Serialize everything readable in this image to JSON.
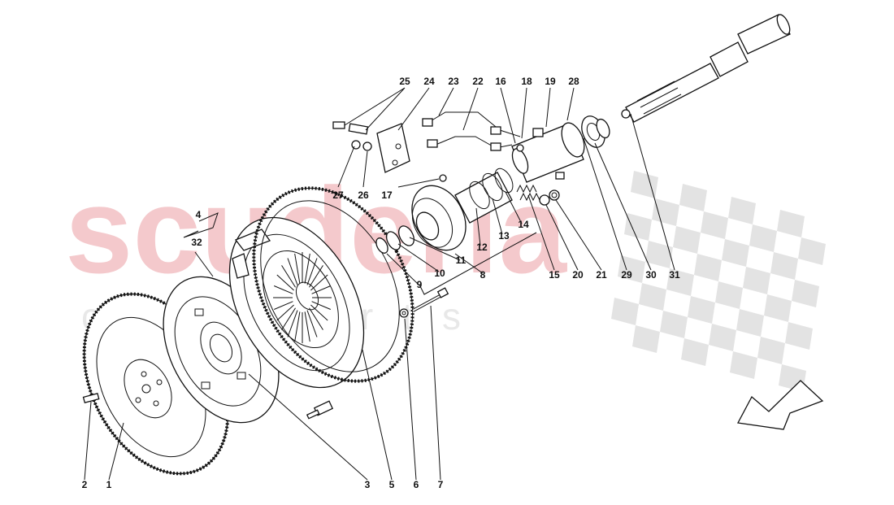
{
  "watermark": {
    "brand": "scuderia",
    "subline": "car parts",
    "color": "#f4c9cc",
    "checker_color": "#dcdcdc"
  },
  "diagram": {
    "direction_indicator": "arrow-icon",
    "callouts": [
      {
        "id": "25",
        "label": "25"
      },
      {
        "id": "24",
        "label": "24"
      },
      {
        "id": "23",
        "label": "23"
      },
      {
        "id": "22",
        "label": "22"
      },
      {
        "id": "16",
        "label": "16"
      },
      {
        "id": "18",
        "label": "18"
      },
      {
        "id": "19",
        "label": "19"
      },
      {
        "id": "28",
        "label": "28"
      },
      {
        "id": "27",
        "label": "27"
      },
      {
        "id": "26",
        "label": "26"
      },
      {
        "id": "17",
        "label": "17"
      },
      {
        "id": "4",
        "label": "4"
      },
      {
        "id": "32",
        "label": "32"
      },
      {
        "id": "14",
        "label": "14"
      },
      {
        "id": "13",
        "label": "13"
      },
      {
        "id": "12",
        "label": "12"
      },
      {
        "id": "11",
        "label": "11"
      },
      {
        "id": "10",
        "label": "10"
      },
      {
        "id": "9",
        "label": "9"
      },
      {
        "id": "8",
        "label": "8"
      },
      {
        "id": "15",
        "label": "15"
      },
      {
        "id": "20",
        "label": "20"
      },
      {
        "id": "21",
        "label": "21"
      },
      {
        "id": "29",
        "label": "29"
      },
      {
        "id": "30",
        "label": "30"
      },
      {
        "id": "31",
        "label": "31"
      },
      {
        "id": "2",
        "label": "2"
      },
      {
        "id": "1",
        "label": "1"
      },
      {
        "id": "3",
        "label": "3"
      },
      {
        "id": "5",
        "label": "5"
      },
      {
        "id": "6",
        "label": "6"
      },
      {
        "id": "7",
        "label": "7"
      }
    ]
  }
}
